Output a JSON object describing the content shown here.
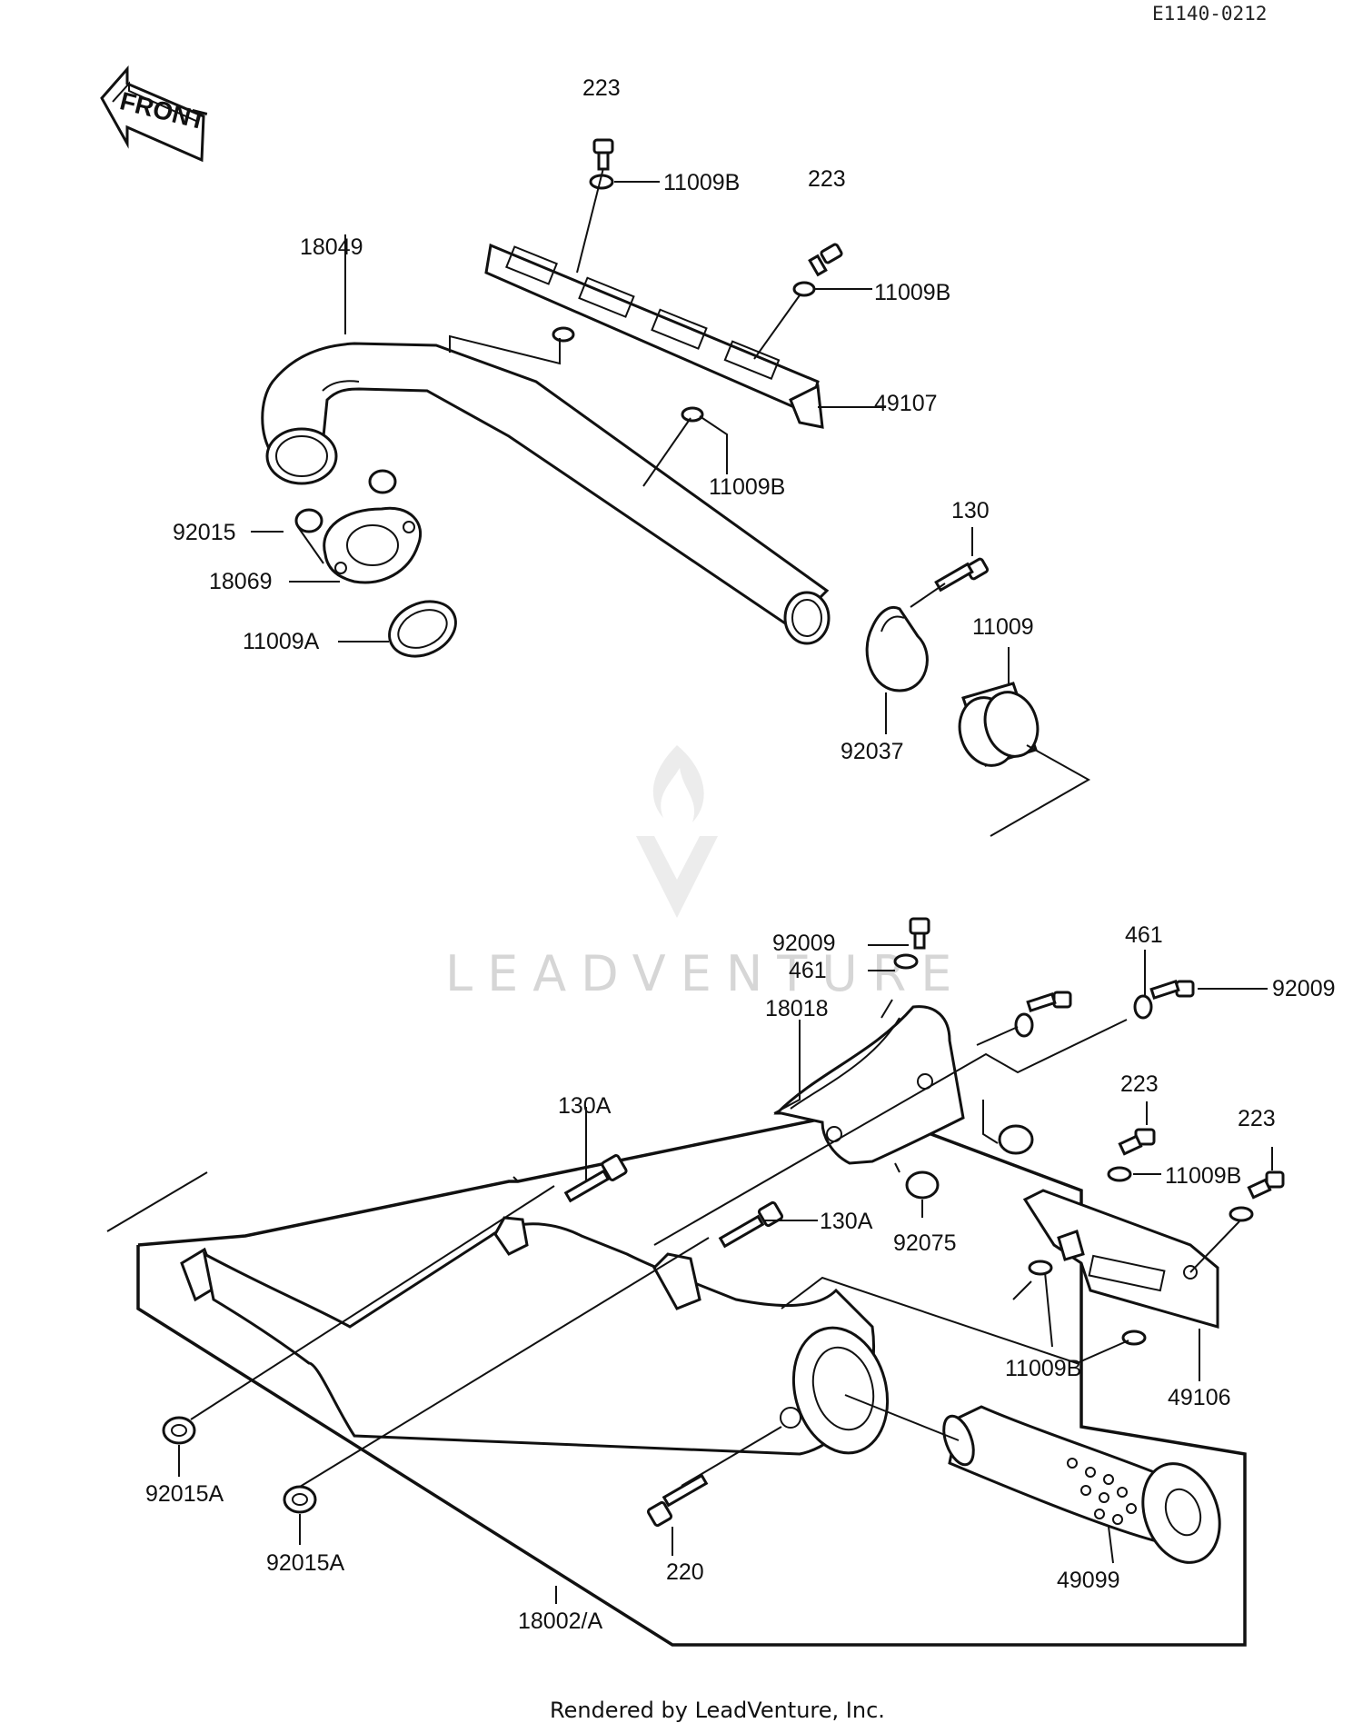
{
  "diagram_code": "E1140-0212",
  "front_label": "FRONT",
  "watermark": "LEADVENTURE",
  "footer": "Rendered by LeadVenture, Inc.",
  "labels": {
    "l223_top": "223",
    "l11009b_top": "11009B",
    "l223_mid": "223",
    "l11009b_mid": "11009B",
    "l18049": "18049",
    "l49107": "49107",
    "l11009b_lower": "11009B",
    "l92015": "92015",
    "l18069": "18069",
    "l11009a": "11009A",
    "l130": "130",
    "l11009": "11009",
    "l92037": "92037",
    "l92009_left": "92009",
    "l461_left": "461",
    "l461_right": "461",
    "l92009_right": "92009",
    "l18018": "18018",
    "l223_r1": "223",
    "l223_r2": "223",
    "l11009b_r": "11009B",
    "l130a_top": "130A",
    "l130a_mid": "130A",
    "l92075": "92075",
    "l11009b_bottom": "11009B",
    "l49106": "49106",
    "l92015a_1": "92015A",
    "l92015a_2": "92015A",
    "l220": "220",
    "l49099": "49099",
    "l18002a": "18002/A"
  }
}
